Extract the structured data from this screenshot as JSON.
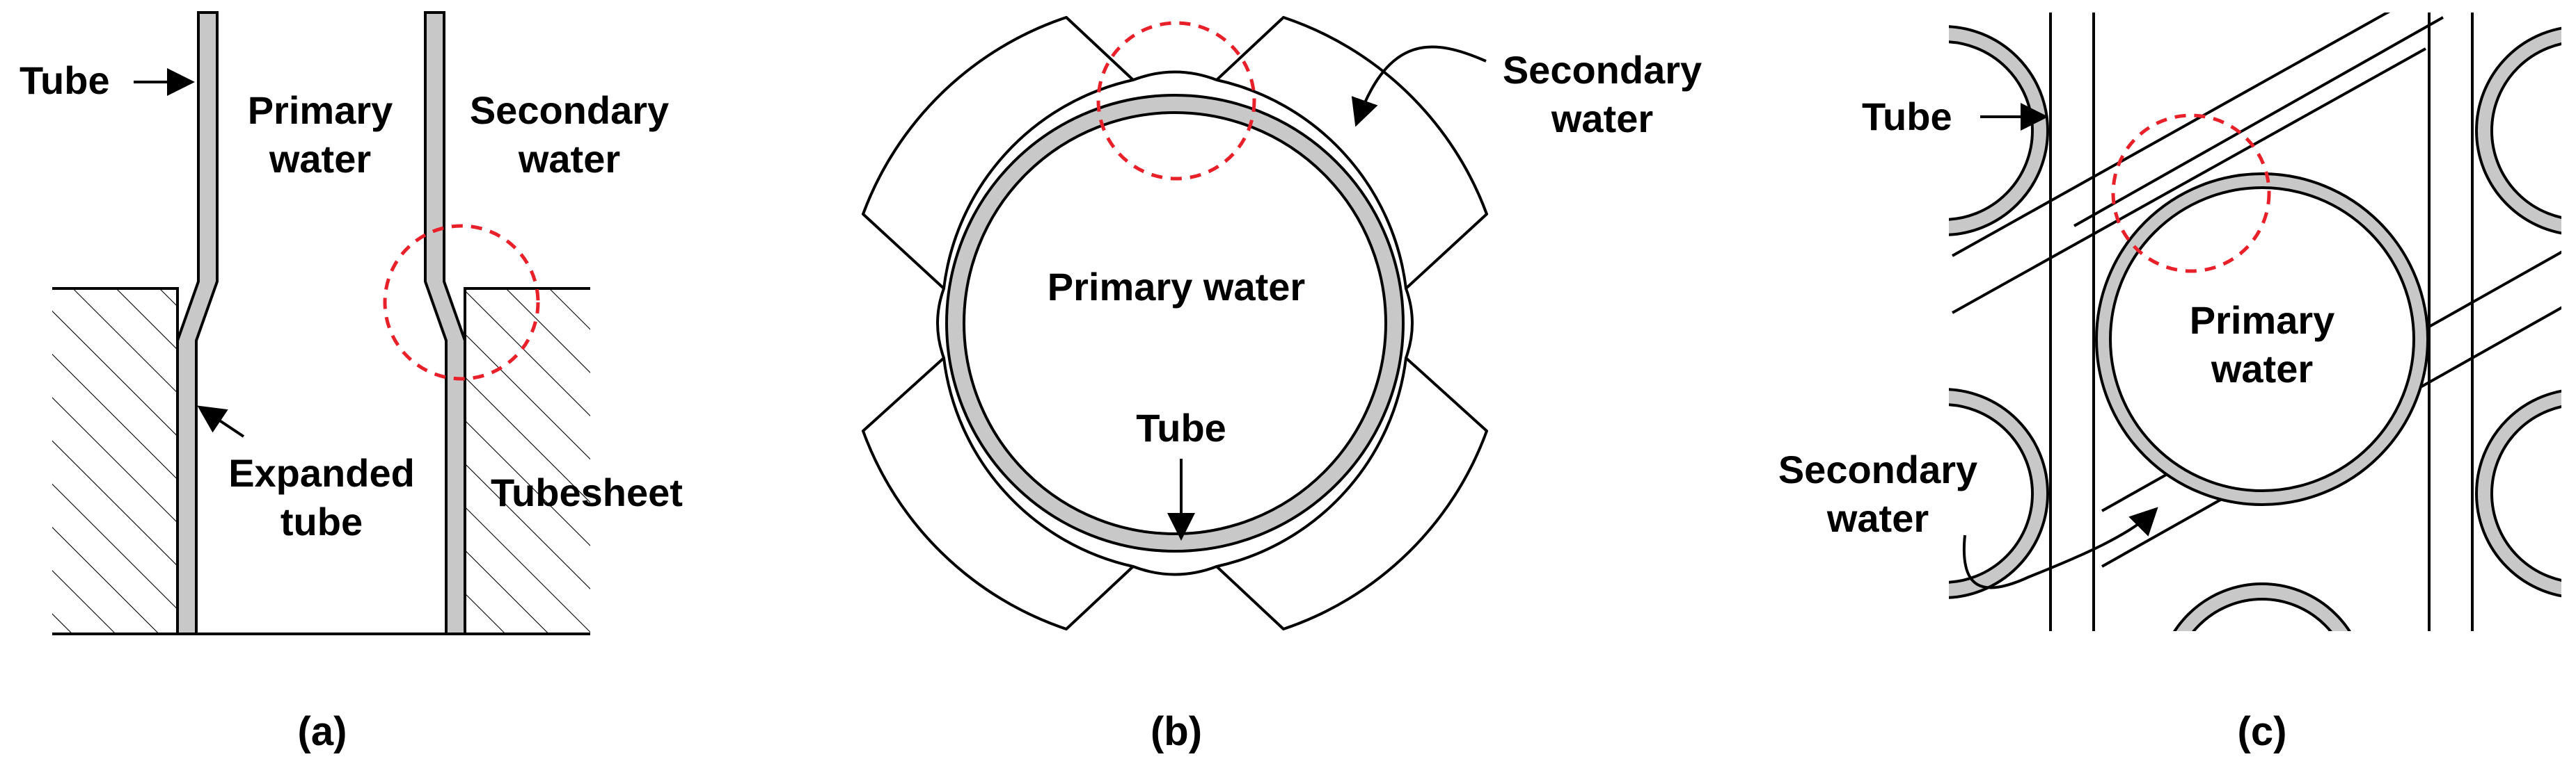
{
  "colors": {
    "tube_fill": "#c8c8c8",
    "outline": "#000000",
    "highlight": "#e8202a",
    "background": "#ffffff"
  },
  "panel_a": {
    "tube": "Tube",
    "primary_line1": "Primary",
    "primary_line2": "water",
    "secondary_line1": "Secondary",
    "secondary_line2": "water",
    "expanded_line1": "Expanded",
    "expanded_line2": "tube",
    "tubesheet": "Tubesheet",
    "caption": "(a)"
  },
  "panel_b": {
    "secondary_line1": "Secondary",
    "secondary_line2": "water",
    "primary": "Primary water",
    "tube": "Tube",
    "caption": "(b)"
  },
  "panel_c": {
    "tube": "Tube",
    "primary_line1": "Primary",
    "primary_line2": "water",
    "secondary_line1": "Secondary",
    "secondary_line2": "water",
    "caption": "(c)"
  }
}
